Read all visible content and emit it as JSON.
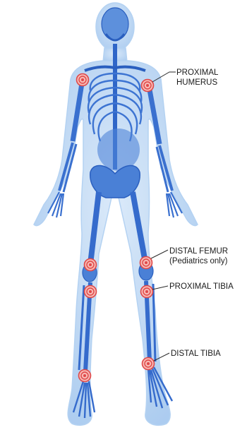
{
  "diagram": {
    "colors": {
      "body_glow": "#b9d6f4",
      "body_fill": "#7fb0e6",
      "bone": "#3f78d1",
      "bone_dark": "#1f4fa8",
      "target_ring": "#e04848",
      "target_core": "#f7b9b4",
      "leader_line": "#2a2a2a"
    },
    "sites": [
      {
        "id": "proximal-humerus-right",
        "label_lines": []
      },
      {
        "id": "proximal-humerus-left",
        "label_lines": [
          "PROXIMAL",
          "HUMERUS"
        ]
      },
      {
        "id": "distal-femur-right",
        "label_lines": []
      },
      {
        "id": "distal-femur-left",
        "label_lines": [
          "DISTAL FEMUR",
          "(Pediatrics only)"
        ]
      },
      {
        "id": "proximal-tibia-right",
        "label_lines": []
      },
      {
        "id": "proximal-tibia-left",
        "label_lines": [
          "PROXIMAL TIBIA"
        ]
      },
      {
        "id": "distal-tibia-right",
        "label_lines": []
      },
      {
        "id": "distal-tibia-left",
        "label_lines": [
          "DISTAL TIBIA"
        ]
      }
    ]
  }
}
